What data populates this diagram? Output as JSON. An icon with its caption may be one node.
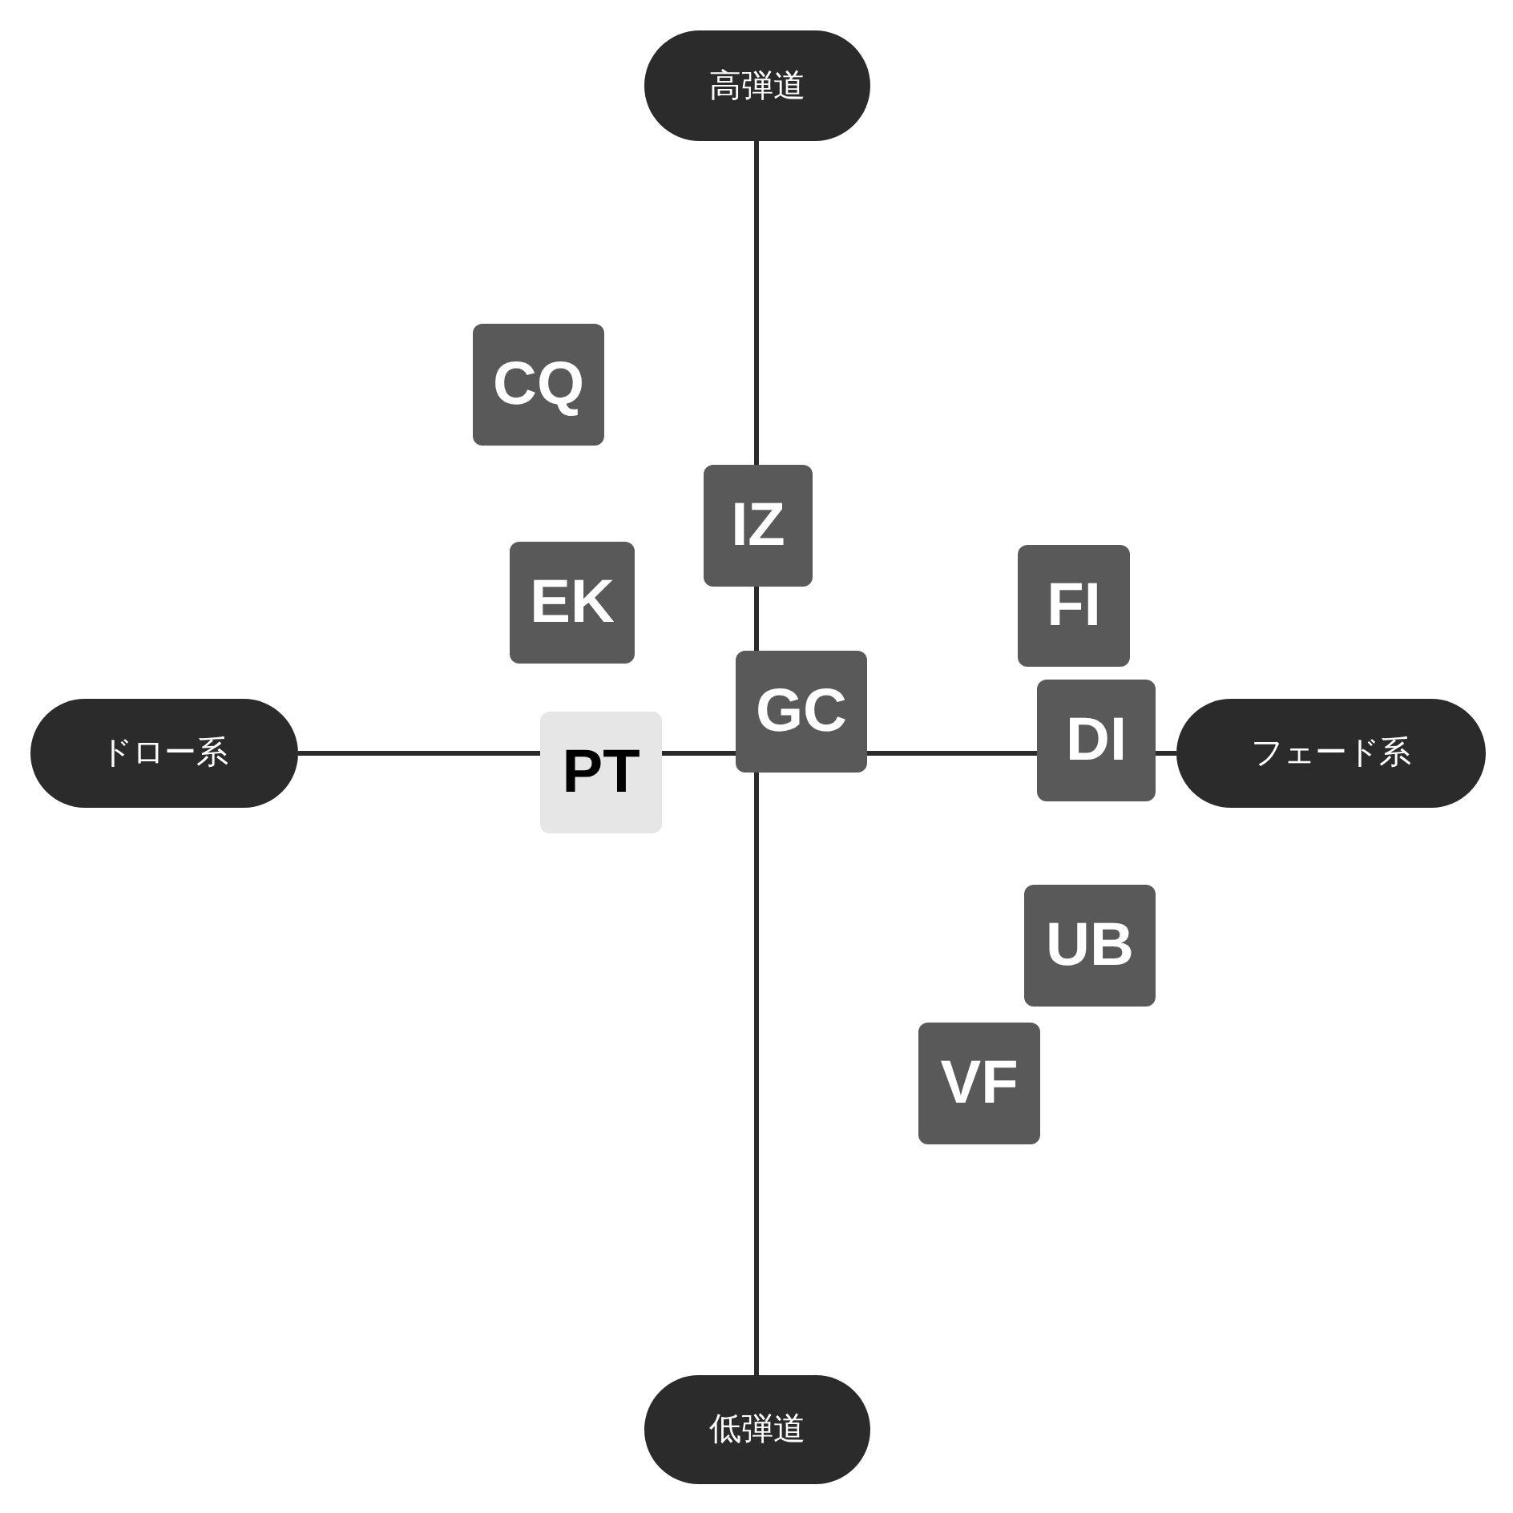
{
  "diagram": {
    "nodes": [
      {
        "text": [
          "高弾道"
        ]
      },
      {
        "text": [
          "CQ"
        ]
      },
      {
        "text": [
          "IZ"
        ]
      },
      {
        "text": [
          "EK"
        ]
      },
      {
        "text": [
          "FI"
        ]
      },
      {
        "text": [
          "GC"
        ]
      },
      {
        "text": [
          "DI"
        ]
      },
      {
        "text": [
          "ドロー系"
        ]
      },
      {
        "text": [
          "PT"
        ]
      },
      {
        "text": [
          "フェード系"
        ]
      },
      {
        "text": [
          "UB"
        ]
      },
      {
        "text": [
          "VF"
        ]
      },
      {
        "text": [
          "低弾道"
        ]
      }
    ]
  }
}
